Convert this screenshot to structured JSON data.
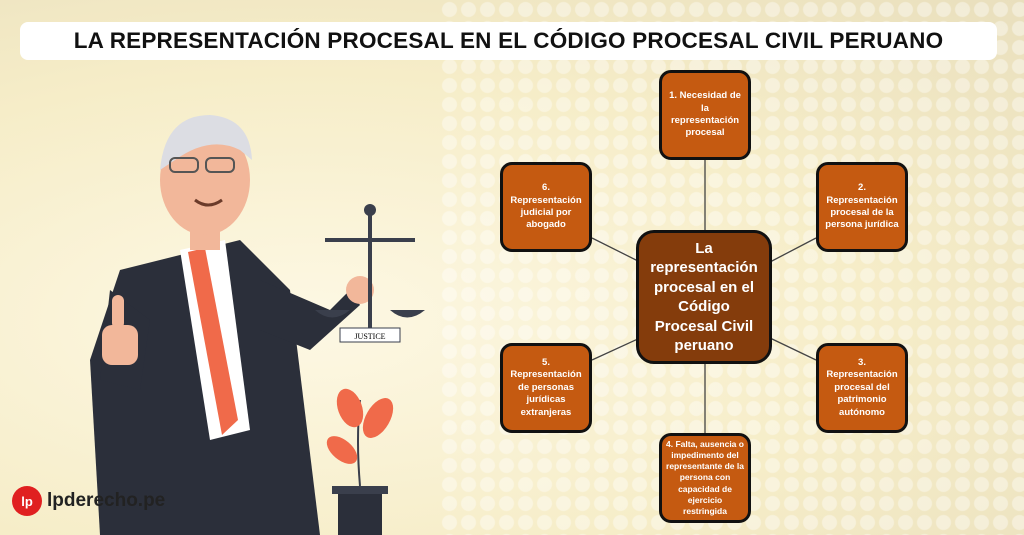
{
  "title": "LA REPRESENTACIÓN PROCESAL EN EL CÓDIGO PROCESAL CIVIL PERUANO",
  "diagram": {
    "center": "La representación procesal en el Código Procesal Civil peruano",
    "nodes": [
      "1. Necesidad de la representación procesal",
      "2. Representación procesal de la persona jurídica",
      "3. Representación procesal del patrimonio autónomo",
      "4. Falta, ausencia o impedimento del representante de la persona con capacidad de ejercicio restringida",
      "5. Representación de personas jurídicas extranjeras",
      "6. Representación judicial por abogado"
    ]
  },
  "illustration": {
    "scale_plaque": "JUSTICE"
  },
  "logo": {
    "mark": "lp",
    "text": "lpderecho.pe"
  },
  "colors": {
    "node": "#c55a11",
    "center": "#843c0c",
    "tie": "#f06a4a",
    "suit": "#2b2f3a"
  }
}
